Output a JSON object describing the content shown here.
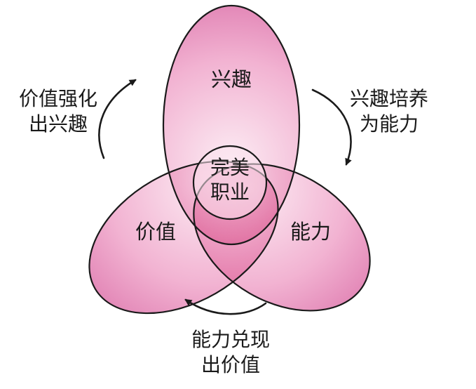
{
  "labels": {
    "interest": "兴趣",
    "value": "价值",
    "ability": "能力",
    "center_line1": "完美",
    "center_line2": "职业",
    "top_left_line1": "价值强化",
    "top_left_line2": "出兴趣",
    "top_right_line1": "兴趣培养",
    "top_right_line2": "为能力",
    "bottom_line1": "能力兑现",
    "bottom_line2": "出价值"
  },
  "colors": {
    "petal_fill_center": "#fbe4ef",
    "petal_fill_edge": "#e07bb0",
    "outline": "#1a1a1a",
    "text": "#1a1a1a"
  }
}
